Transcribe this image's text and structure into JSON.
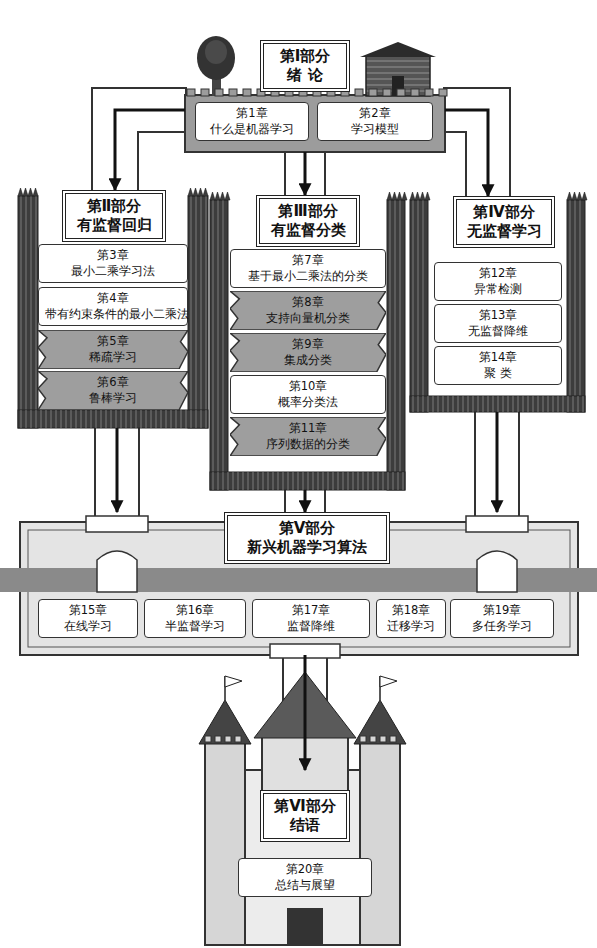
{
  "diagram": {
    "nodes": [
      {
        "text": [
          "第Ⅰ部分",
          "绪 论"
        ]
      },
      {
        "text": [
          "第1章",
          "什么是机器学习"
        ],
        "in": 0
      },
      {
        "text": [
          "第2章",
          "学习模型"
        ],
        "in": 0
      },
      {
        "text": [
          "第Ⅱ部分",
          "有监督回归"
        ]
      },
      {
        "text": [
          "第3章",
          "最小二乘学习法"
        ],
        "in": 3
      },
      {
        "text": [
          "第4章",
          "带有约束条件的最小二乘法"
        ],
        "in": 3
      },
      {
        "text": [
          "第5章",
          "稀疏学习"
        ],
        "in": 3
      },
      {
        "text": [
          "第6章",
          "鲁棒学习"
        ],
        "in": 3
      },
      {
        "text": [
          "第Ⅲ部分",
          "有监督分类"
        ]
      },
      {
        "text": [
          "第7章",
          "基于最小二乘法的分类"
        ],
        "in": 8
      },
      {
        "text": [
          "第8章",
          "支持向量机分类"
        ],
        "in": 8
      },
      {
        "text": [
          "第9章",
          "集成分类"
        ],
        "in": 8
      },
      {
        "text": [
          "第10章",
          "概率分类法"
        ],
        "in": 8
      },
      {
        "text": [
          "第11章",
          "序列数据的分类"
        ],
        "in": 8
      },
      {
        "text": [
          "第Ⅳ部分",
          "无监督学习"
        ]
      },
      {
        "text": [
          "第12章",
          "异常检测"
        ],
        "in": 14
      },
      {
        "text": [
          "第13章",
          "无监督降维"
        ],
        "in": 14
      },
      {
        "text": [
          "第14章",
          "聚 类"
        ],
        "in": 14
      },
      {
        "text": [
          "第Ⅴ部分",
          "新兴机器学习算法"
        ]
      },
      {
        "text": [
          "第15章",
          "在线学习"
        ],
        "in": 18
      },
      {
        "text": [
          "第16章",
          "半监督学习"
        ],
        "in": 18
      },
      {
        "text": [
          "第17章",
          "监督降维"
        ],
        "in": 18
      },
      {
        "text": [
          "第18章",
          "迁移学习"
        ],
        "in": 18
      },
      {
        "text": [
          "第19章",
          "多任务学习"
        ],
        "in": 18
      },
      {
        "text": [
          "第Ⅵ部分",
          "结语"
        ]
      },
      {
        "text": [
          "第20章",
          "总结与展望"
        ],
        "in": 24
      }
    ],
    "edges": [
      {
        "from": 0,
        "to": 3,
        "arrow": "to"
      },
      {
        "from": 0,
        "to": 8,
        "arrow": "to"
      },
      {
        "from": 0,
        "to": 14,
        "arrow": "to"
      },
      {
        "from": 3,
        "to": 18,
        "arrow": "to"
      },
      {
        "from": 8,
        "to": 18,
        "arrow": "to"
      },
      {
        "from": 14,
        "to": 18,
        "arrow": "to"
      },
      {
        "from": 18,
        "to": 24,
        "arrow": "to"
      }
    ]
  }
}
